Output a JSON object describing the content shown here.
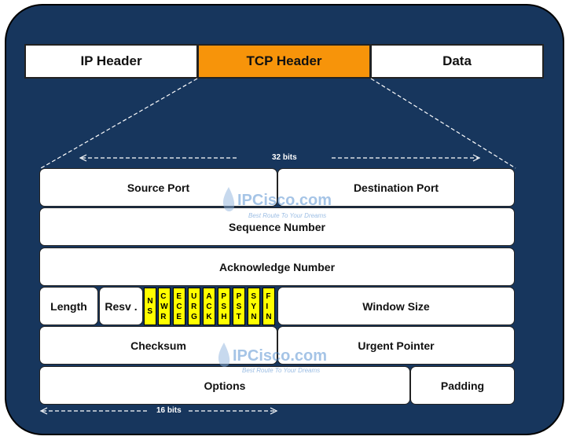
{
  "top_headers": [
    "IP Header",
    "TCP Header",
    "Data"
  ],
  "bits_32": "32 bits",
  "bits_16": "16 bits",
  "fields": {
    "source_port": "Source Port",
    "destination_port": "Destination Port",
    "sequence_number": "Sequence Number",
    "acknowledge_number": "Acknowledge Number",
    "length": "Length",
    "reserved": "Resv .",
    "window_size": "Window Size",
    "checksum": "Checksum",
    "urgent_pointer": "Urgent Pointer",
    "options": "Options",
    "padding": "Padding"
  },
  "flags": [
    "NS",
    "CWR",
    "ECE",
    "URG",
    "ACK",
    "PSH",
    "PST",
    "SYN",
    "FIN"
  ],
  "watermark": {
    "text": "IPCisco.com",
    "tagline": "Best Route To Your Dreams"
  },
  "colors": {
    "background": "#17365d",
    "tcp_header": "#f7940a",
    "flags": "#ffff00"
  }
}
